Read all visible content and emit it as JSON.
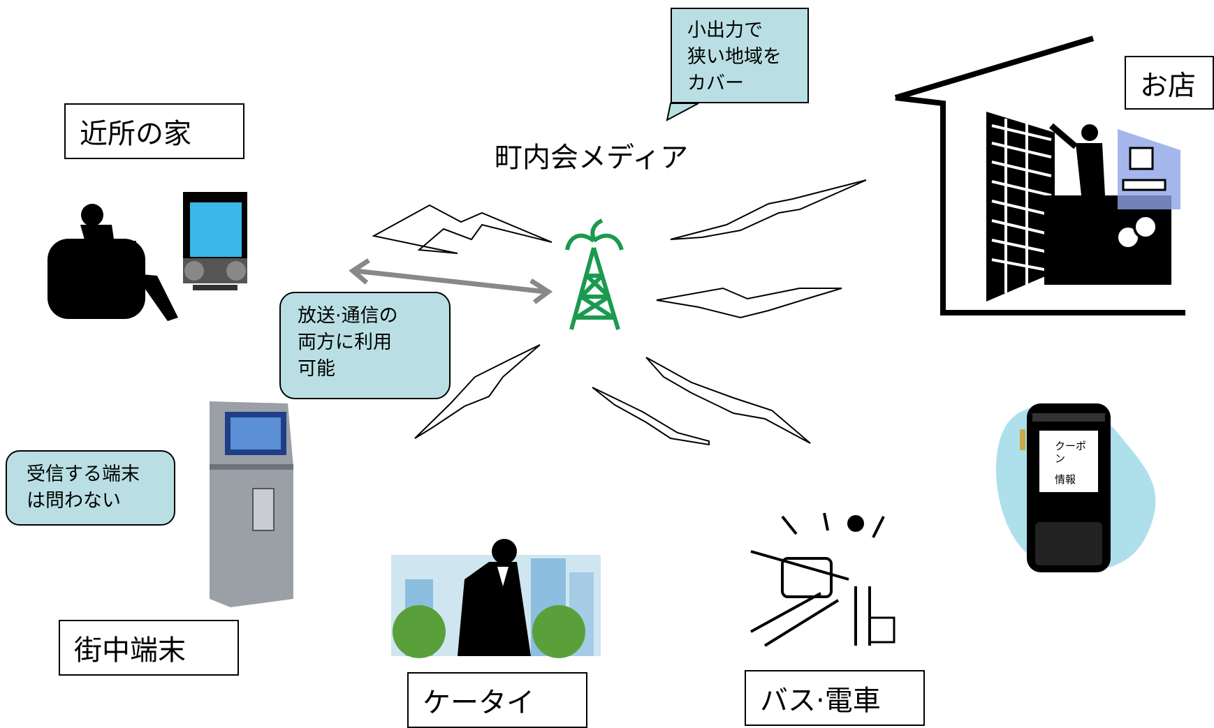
{
  "title": "町内会メディア",
  "labels": {
    "home": "近所の家",
    "shop": "お店",
    "kiosk": "街中端末",
    "mobile": "ケータイ",
    "transit": "バス·電車"
  },
  "callouts": {
    "low_power": "小出力で\n狭い地域を\nカバー",
    "two_way": "放送·通信の\n両方に利用\n可能",
    "any_device": "受信する端末\nは問わない"
  },
  "phone_screen": {
    "line1": "クーポ\nン",
    "line2": "情報"
  },
  "colors": {
    "callout_fill": "#b9dfe4",
    "tower": "#1a9a4e",
    "arrow": "#888888",
    "phone_blob": "#aee0ec"
  }
}
